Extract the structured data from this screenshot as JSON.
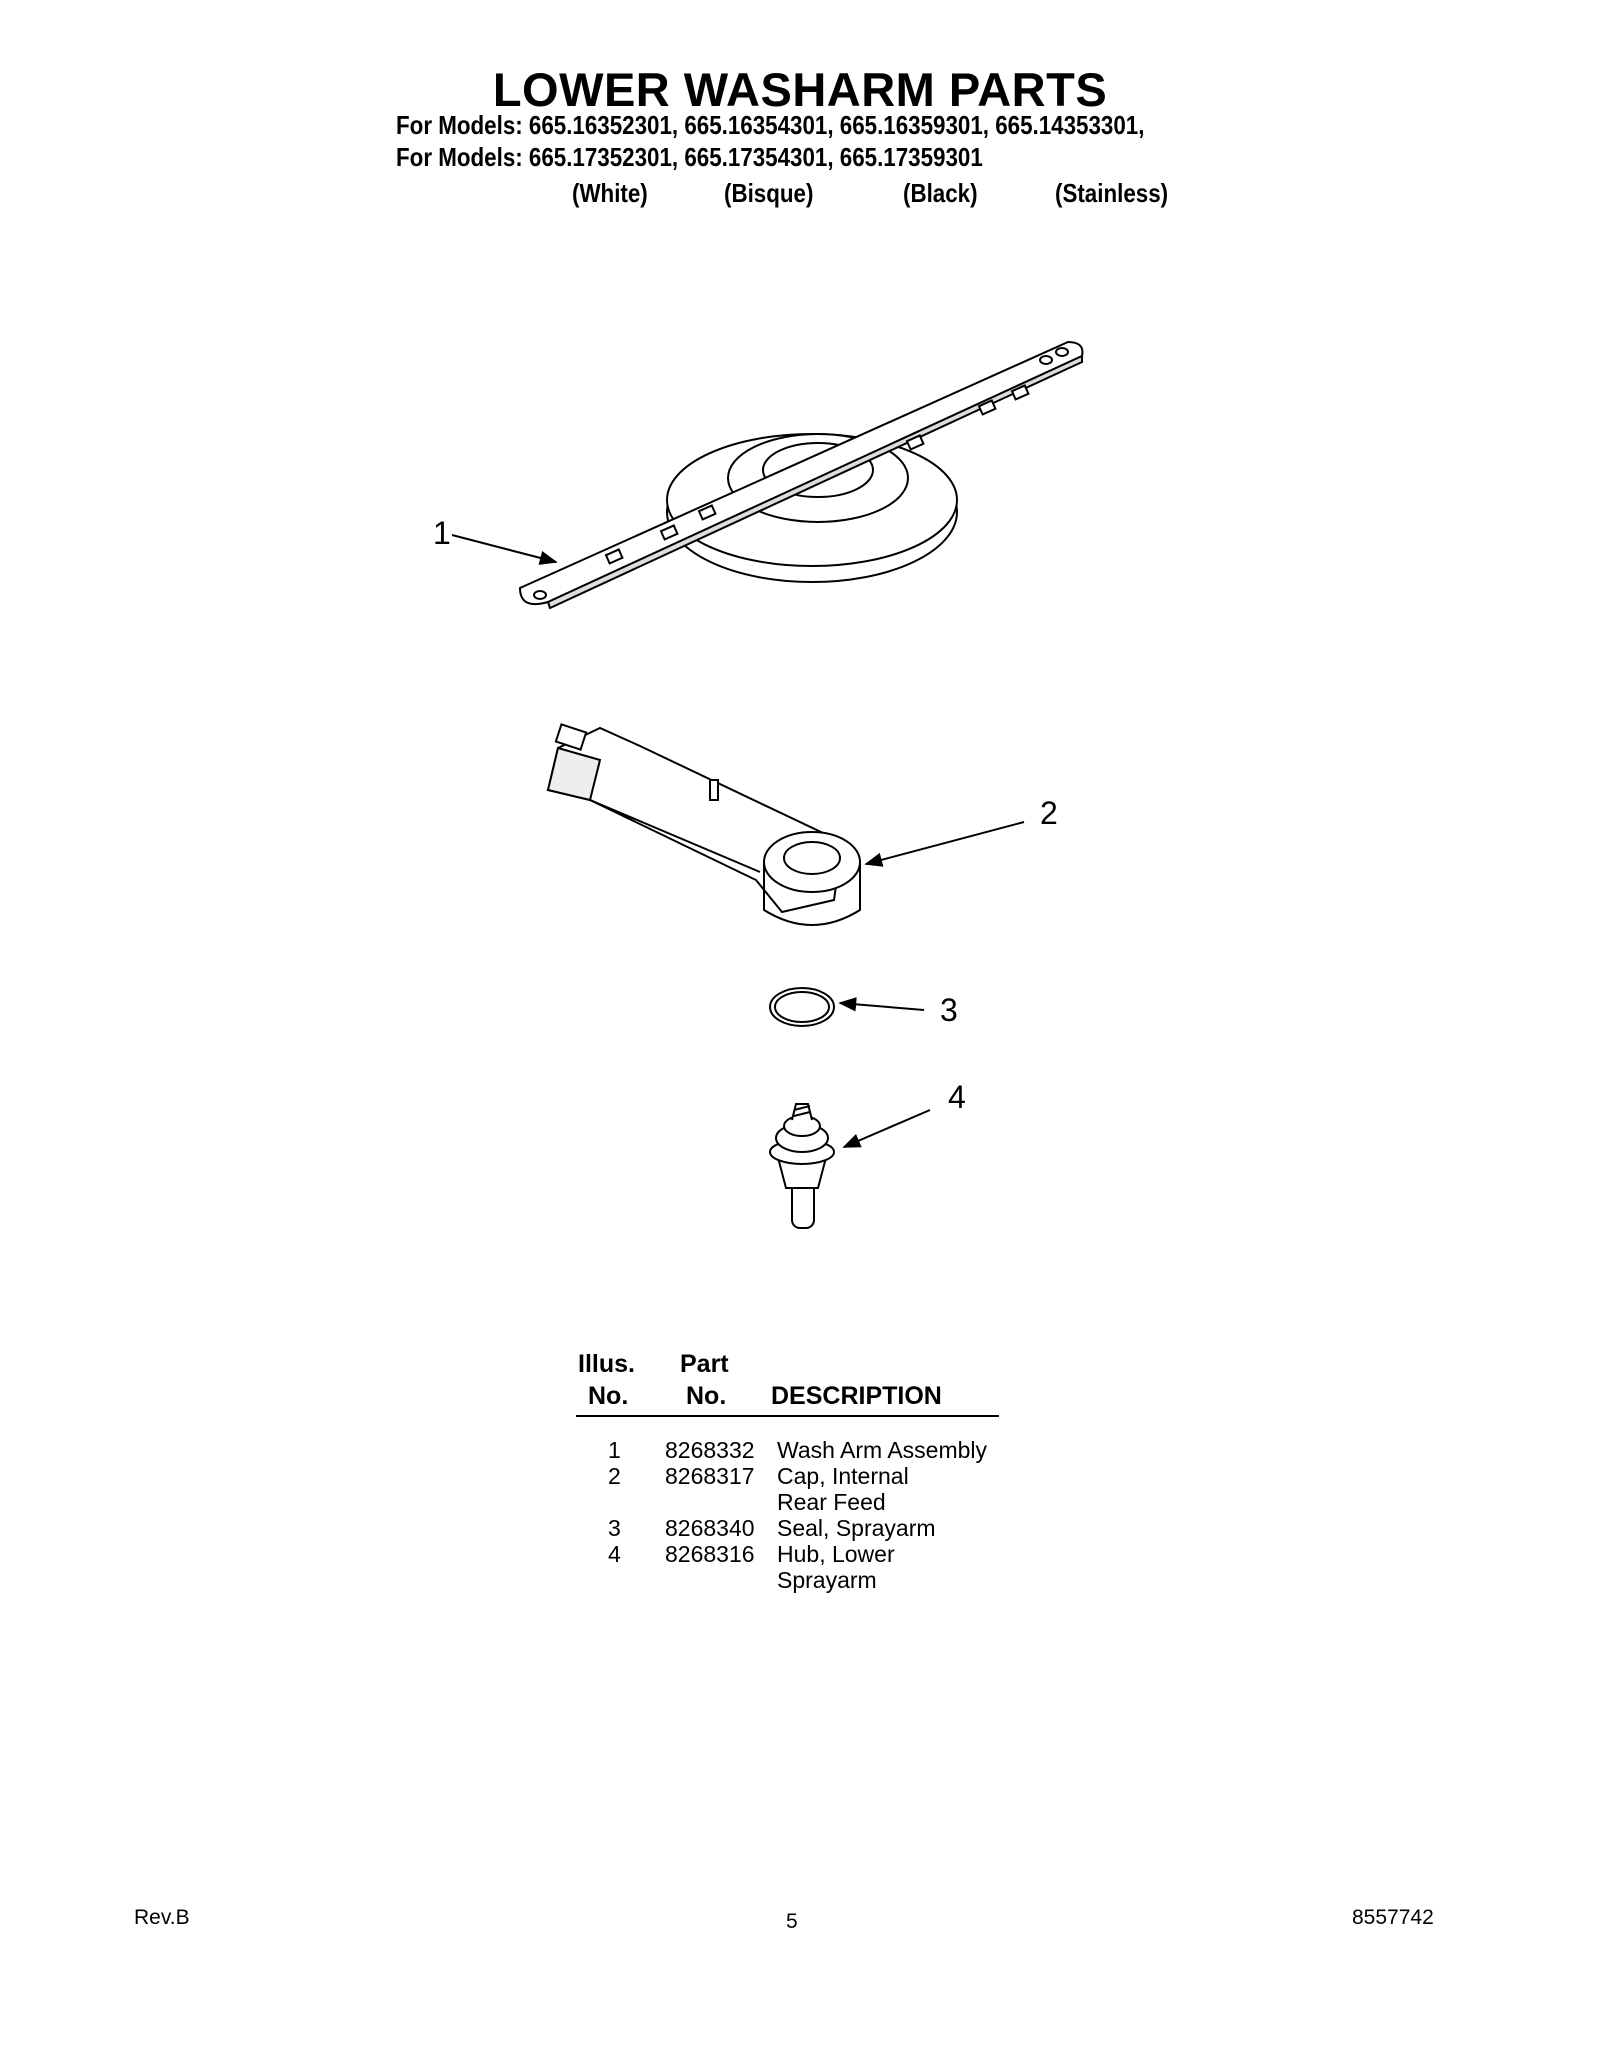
{
  "header": {
    "title": "LOWER WASHARM PARTS",
    "models_line_1": "For Models: 665.16352301, 665.16354301, 665.16359301, 665.14353301,",
    "models_line_2": "For Models: 665.17352301, 665.17354301, 665.17359301",
    "colors": [
      "(White)",
      "(Bisque)",
      "(Black)",
      "(Stainless)"
    ]
  },
  "diagram": {
    "callouts": [
      "1",
      "2",
      "3",
      "4"
    ],
    "line_color": "#000000",
    "fill_color": "#ffffff"
  },
  "parts_table": {
    "headers": {
      "illus_line1": "Illus.",
      "illus_line2": "No.",
      "part_line1": "Part",
      "part_line2": "No.",
      "description": "DESCRIPTION"
    },
    "rows": [
      {
        "illus": "1",
        "part": "8268332",
        "desc": [
          "Wash Arm Assembly"
        ]
      },
      {
        "illus": "2",
        "part": "8268317",
        "desc": [
          "Cap, Internal",
          "Rear Feed"
        ]
      },
      {
        "illus": "3",
        "part": "8268340",
        "desc": [
          "Seal, Sprayarm"
        ]
      },
      {
        "illus": "4",
        "part": "8268316",
        "desc": [
          "Hub, Lower",
          "Sprayarm"
        ]
      }
    ]
  },
  "footer": {
    "revision": "Rev.B",
    "page_number": "5",
    "document_number": "8557742"
  }
}
